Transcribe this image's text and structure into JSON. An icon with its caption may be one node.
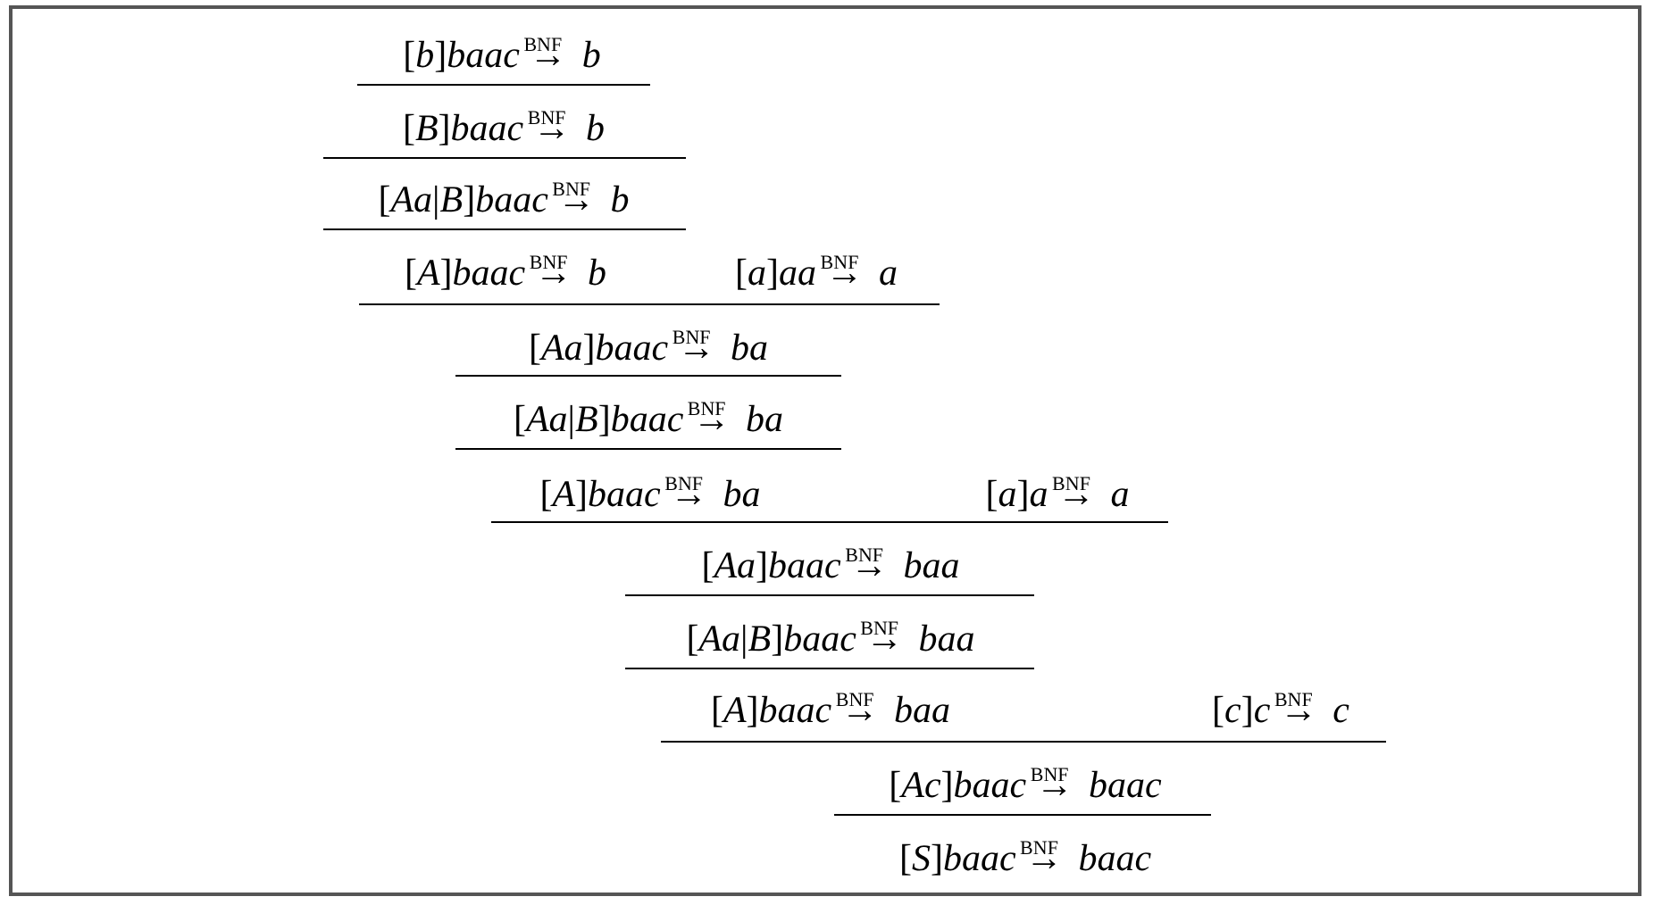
{
  "diagram": {
    "labels": [
      "[*b*]*baac* →$^{BNF}$ *b*",
      "[*B*]*baac* →$^{BNF}$ *b*",
      "[*Aa*|*B*]*baac* →$^{BNF}$ *b*",
      "[*A*]*baac* →$^{BNF}$ *b*",
      "[*a*]*aa* →$^{BNF}$ *a*",
      "[*Aa*]*baac* →$^{BNF}$ *ba*",
      "[*Aa*|*B*]*baac* →$^{BNF}$ *ba*",
      "[*A*]*baac* →$^{BNF}$ *ba*",
      "[*a*]*a* →$^{BNF}$ *a*",
      "[*Aa*]*baac* →$^{BNF}$ *baa*",
      "[*Aa*|*B*]*baac* →$^{BNF}$ *baa*",
      "[*A*]*baac* →$^{BNF}$ *baa*",
      "[*c*]*c* →$^{BNF}$ *c*",
      "[*Ac*]*baac* →$^{BNF}$ *baac*",
      "[*S*]*baac* →$^{BNF}$ *baac*"
    ]
  }
}
